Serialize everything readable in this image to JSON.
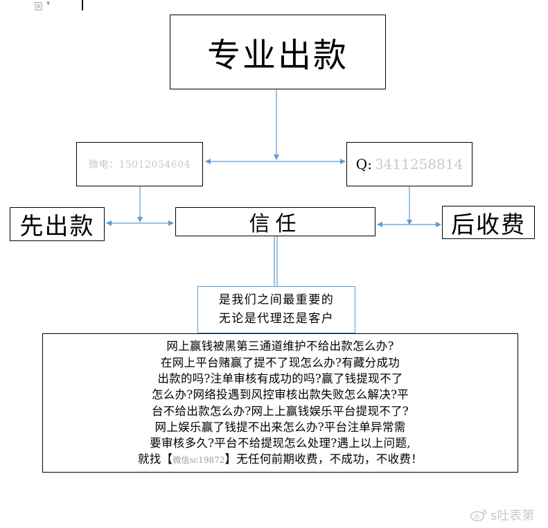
{
  "diagram": {
    "title": "专业出款",
    "wechat_contact": "微电：15012054604",
    "qq_label": "Q:",
    "qq_number": "3411258814",
    "left_label": "先出款",
    "center_label": "信任",
    "right_label": "后收费",
    "trust_lines": [
      "是我们之间最重要的",
      "无论是代理还是客户"
    ],
    "body_lines": [
      "网上赢钱被黑第三通道维护不给出款怎么办?",
      "在网上平台赌赢了提不了现怎么办?有藏分成功",
      "出款的吗?注单审核有成功的吗?赢了钱提现不了",
      "怎么办?网络投遇到风控审核出款失败怎么解决?平",
      "台不给出款怎么办?网上上赢钱娱乐平台提现不了?",
      "网上娱乐赢了钱提不出来怎么办?平台注单异常需",
      "要审核多久?平台不给提现怎么处理?遇上以上问题,"
    ],
    "last_line_prefix": "就找【",
    "last_line_contact": "微信sc19872",
    "last_line_suffix": "】无任何前期收费，不成功，不收费！",
    "connector_color": "#5b9bd5"
  },
  "watermark": {
    "text": "s吐表第",
    "icon": "weibo-icon"
  }
}
